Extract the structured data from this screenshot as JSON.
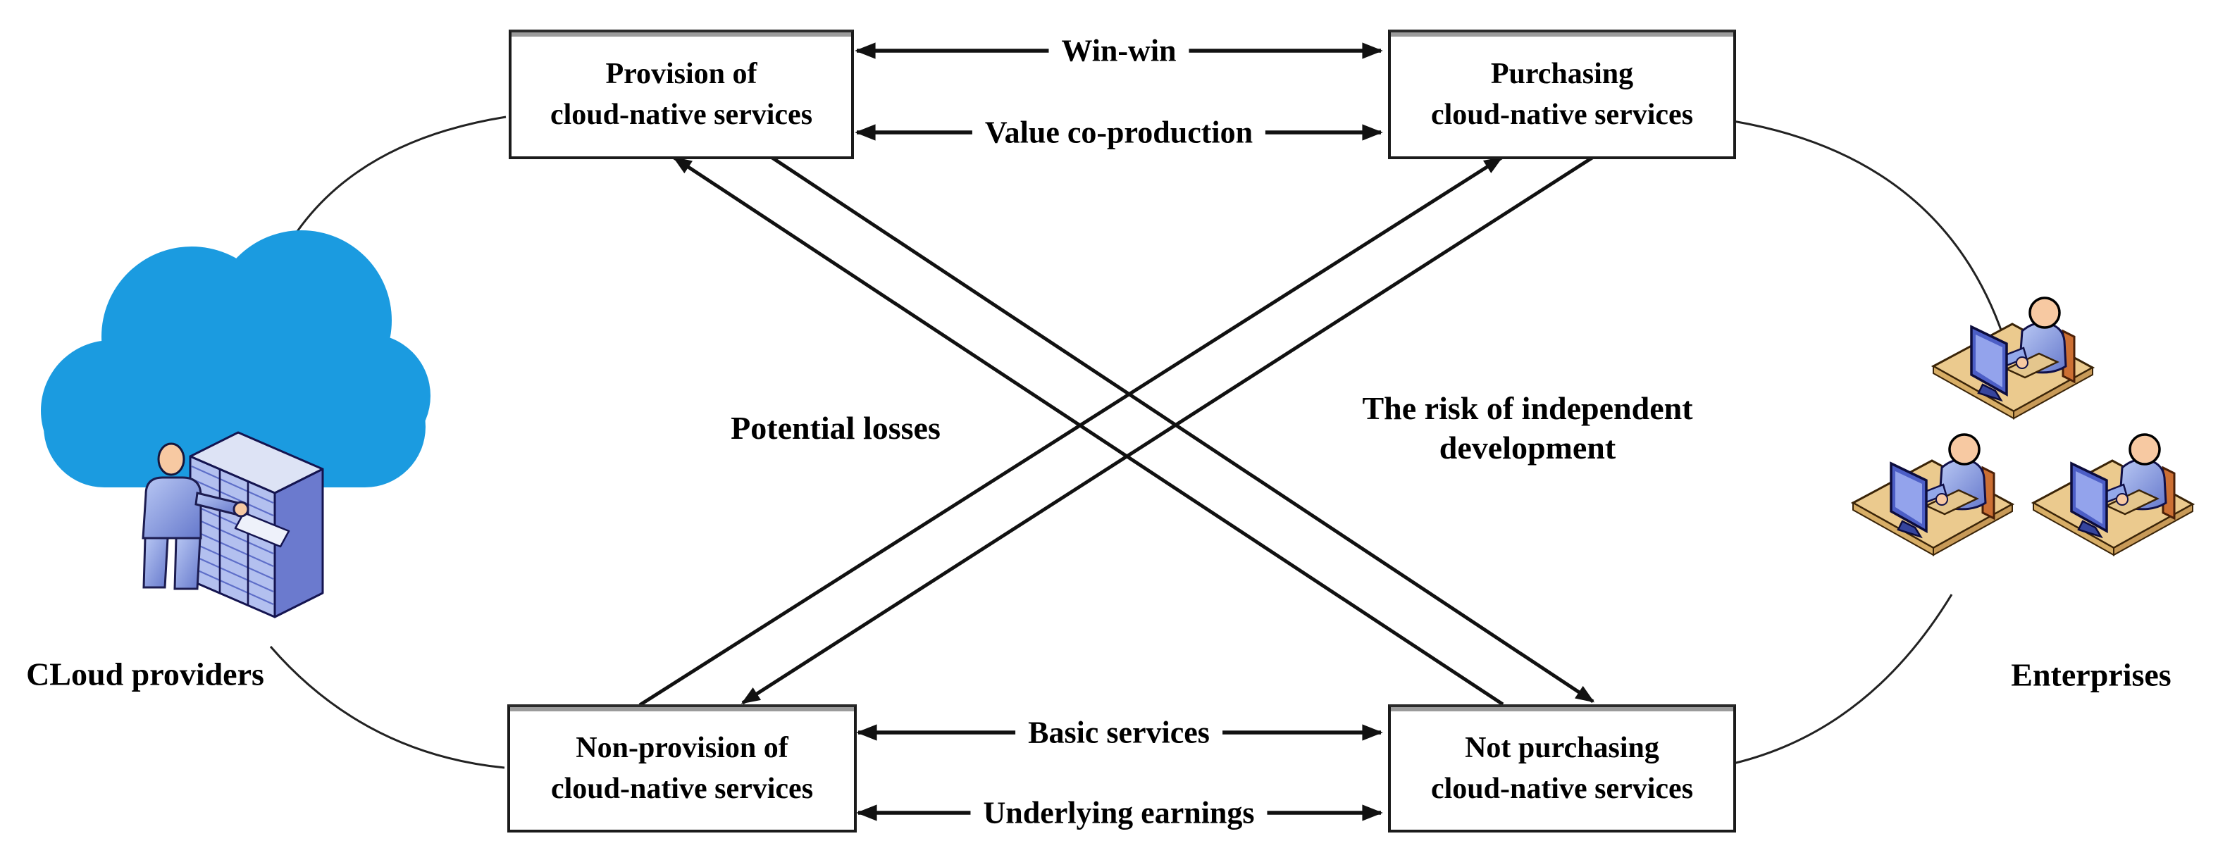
{
  "actors": {
    "provider": {
      "label": "CLoud providers",
      "icon": "cloud-with-admin-and-server-rack-icon"
    },
    "enterprise": {
      "label": "Enterprises",
      "icon": "person-at-workstation-icon",
      "icon_count": 3
    }
  },
  "strategy_boxes": {
    "provision": {
      "line1": "Provision of",
      "line2": "cloud-native services"
    },
    "purchasing": {
      "line1": "Purchasing",
      "line2": "cloud-native services"
    },
    "non_provision": {
      "line1": "Non-provision of",
      "line2": "cloud-native services"
    },
    "not_purchasing": {
      "line1": "Not purchasing",
      "line2": "cloud-native services"
    }
  },
  "relation_labels": {
    "win_win": "Win-win",
    "value_coproduction": "Value co-production",
    "basic_services": "Basic services",
    "underlying_earnings": "Underlying earnings",
    "potential_losses": "Potential losses",
    "independent_risk": {
      "line1": "The risk of independent",
      "line2": "development"
    }
  },
  "colors": {
    "cloud_blue": "#1b9be0",
    "figure_blue": "#8da3e8",
    "desk_tan": "#ebca8e",
    "chair_orange": "#cc6f33",
    "monitor_blue": "#4c5ec6",
    "skin": "#f7c9a2",
    "line_black": "#111111",
    "box_border": "#1b1b1b",
    "box_top_shadow": "#9b9b9b"
  }
}
